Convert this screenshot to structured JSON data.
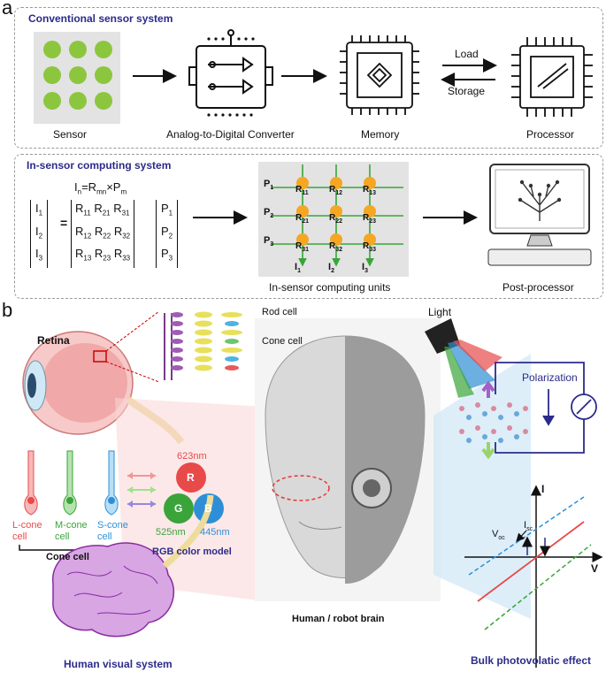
{
  "panel_a": {
    "letter": "a",
    "conventional": {
      "title": "Conventional sensor system",
      "sensor": "Sensor",
      "adc": "Analog-to-Digital Converter",
      "memory": "Memory",
      "processor": "Processor",
      "load": "Load",
      "storage": "Storage"
    },
    "insensor": {
      "title": "In-sensor computing system",
      "units_label": "In-sensor computing units",
      "post_processor": "Post-processor"
    }
  },
  "panel_b": {
    "letter": "b",
    "retina": "Retina",
    "rod_cell": "Rod cell",
    "cone_cell": "Cone cell",
    "l_cone": "L-cone cell",
    "m_cone": "M-cone cell",
    "s_cone": "S-cone cell",
    "cone_cell_group": "Cone cell",
    "rgb_model": "RGB color model",
    "r": "R",
    "g": "G",
    "b": "B",
    "nm_623": "623nm",
    "nm_525": "525nm",
    "nm_445": "445nm",
    "human_visual": "Human visual system",
    "brain": "Human / robot brain",
    "light": "Light",
    "polarization": "Polarization",
    "bulk": "Bulk photovolatic effect",
    "axis_i": "I",
    "axis_v": "V",
    "colors": {
      "red": "#e84a4a",
      "green": "#3aa43a",
      "blue": "#2e8fd6",
      "navy": "#2b2b8a",
      "accent": "#f5a623"
    }
  }
}
